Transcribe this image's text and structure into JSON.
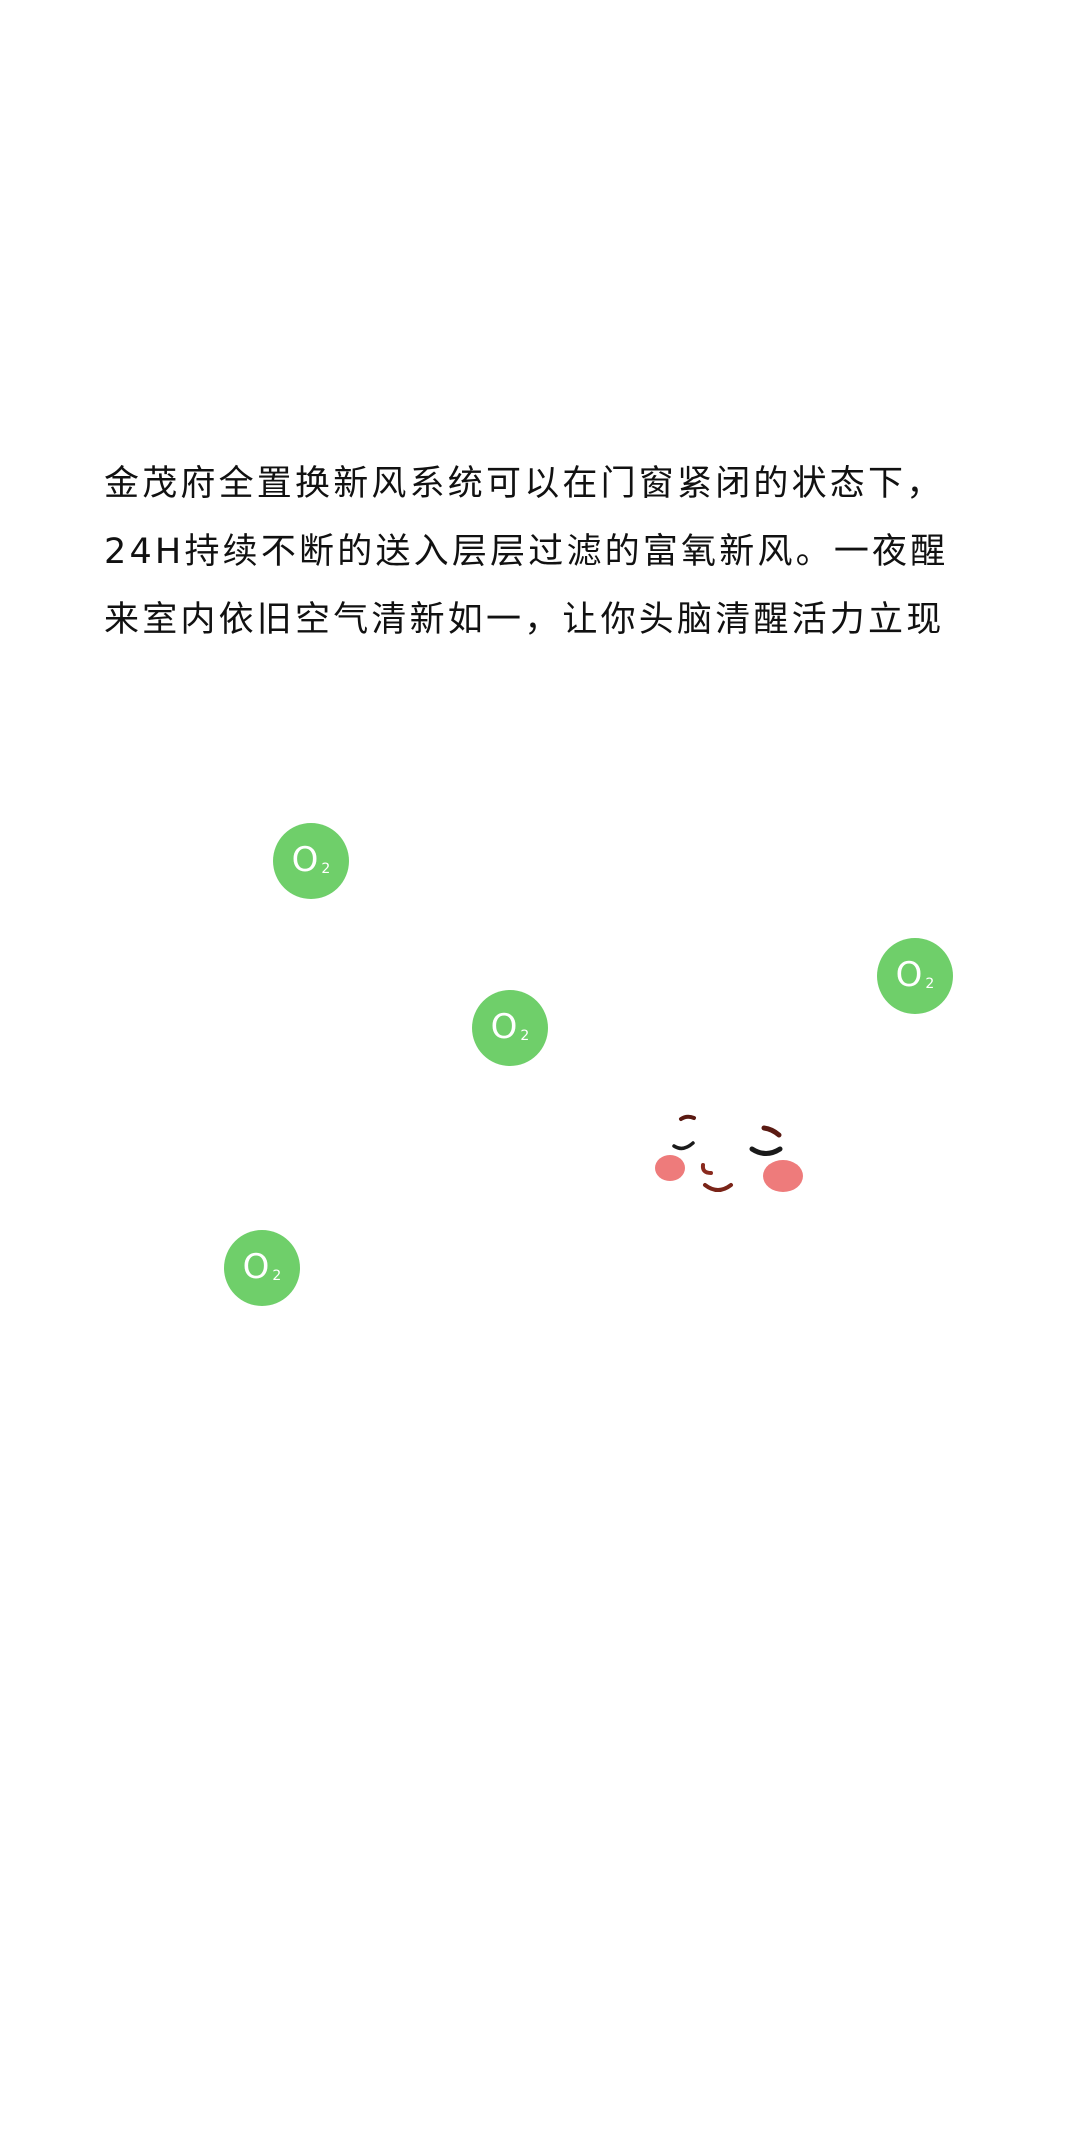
{
  "intro": {
    "lines": [
      "金茂府全置换新风系统可以在门窗紧闭的状态下，",
      "24H持续不断的送入层层过滤的富氧新风。一夜醒",
      "来室内依旧空气清新如一，让你头脑清醒活力立现"
    ]
  },
  "o2_bubbles": {
    "b1": {
      "main": "O",
      "sub": "2"
    },
    "b2": {
      "main": "O",
      "sub": "2"
    },
    "b3": {
      "main": "O",
      "sub": "2"
    },
    "b4": {
      "main": "O",
      "sub": "2"
    }
  },
  "colors": {
    "bubble": "#6fcf6a",
    "cheek": "#ee7b7b",
    "text": "#111111"
  }
}
